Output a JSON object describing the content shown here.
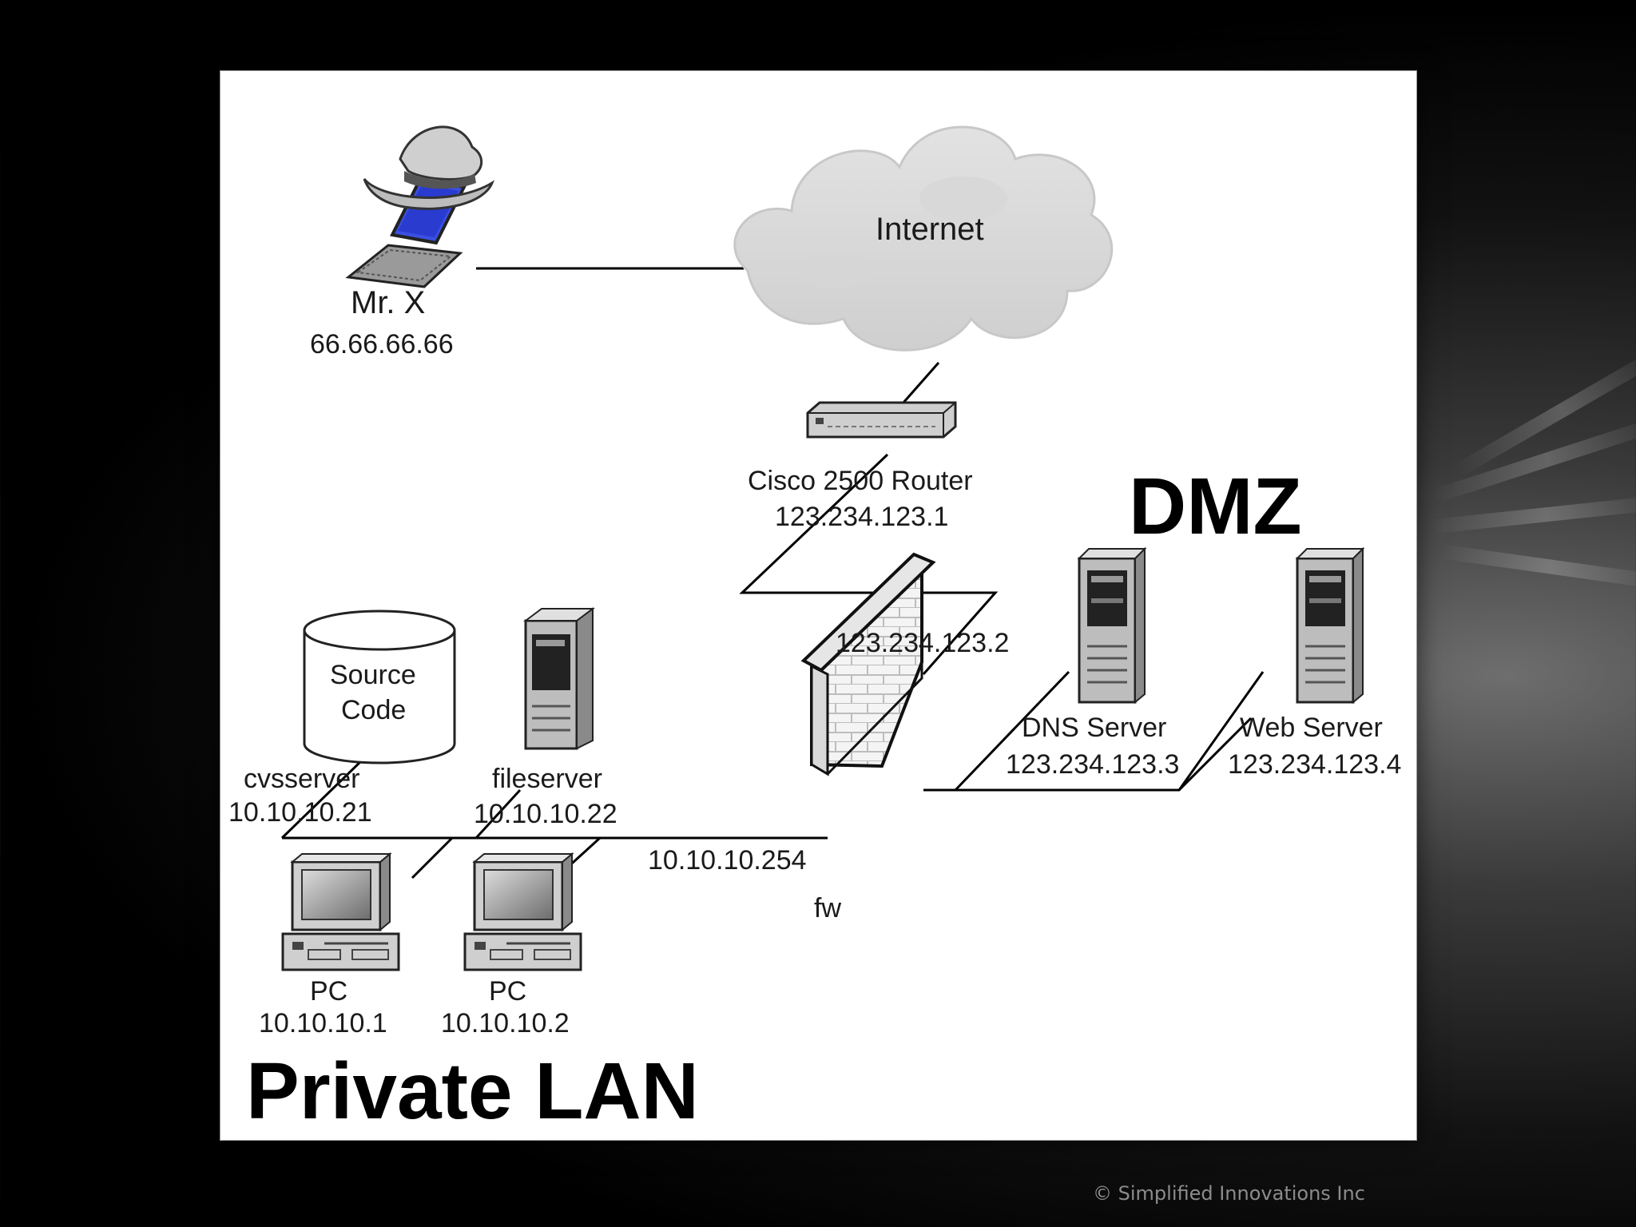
{
  "diagram": {
    "nodes": {
      "internet": {
        "label": "Internet"
      },
      "attacker": {
        "name": "Mr. X",
        "ip": "66.66.66.66"
      },
      "router": {
        "name": "Cisco 2500 Router",
        "ip": "123.234.123.1"
      },
      "firewall": {
        "name": "fw",
        "outer_ip": "123.234.123.2",
        "inner_ip": "10.10.10.254"
      },
      "dns": {
        "name": "DNS Server",
        "ip": "123.234.123.3"
      },
      "web": {
        "name": "Web Server",
        "ip": "123.234.123.4"
      },
      "cvs": {
        "name": "cvsserver",
        "ip": "10.10.10.21",
        "db_line1": "Source",
        "db_line2": "Code"
      },
      "file": {
        "name": "fileserver",
        "ip": "10.10.10.22"
      },
      "pc1": {
        "name": "PC",
        "ip": "10.10.10.1"
      },
      "pc2": {
        "name": "PC",
        "ip": "10.10.10.2"
      }
    },
    "zones": {
      "dmz": "DMZ",
      "lan": "Private LAN"
    }
  },
  "footer": {
    "copyright": "© Simplified Innovations Inc"
  }
}
